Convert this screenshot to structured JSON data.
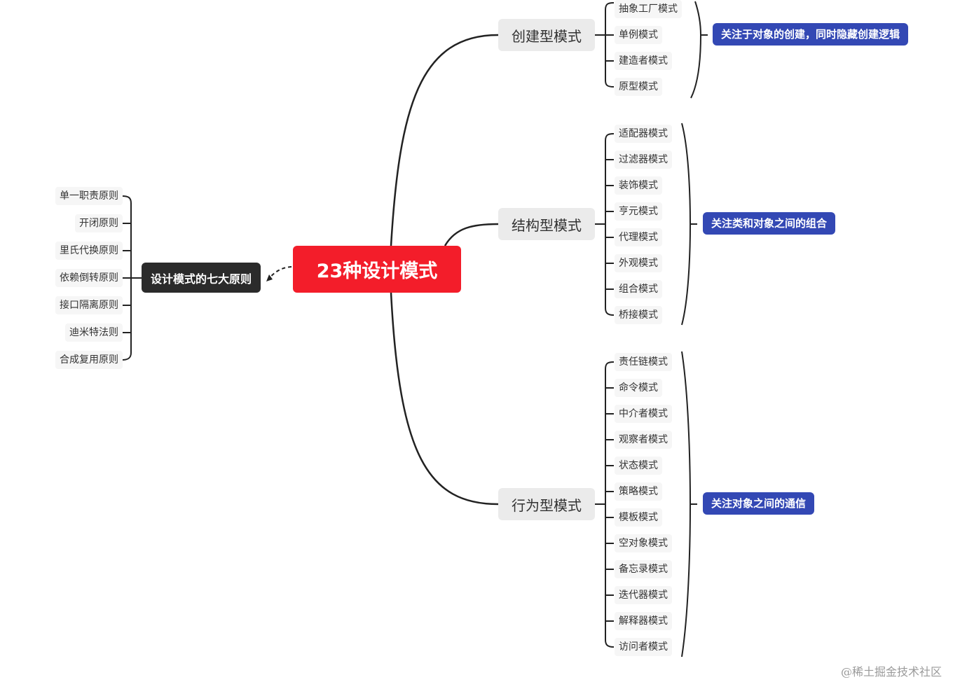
{
  "root": "23种设计模式",
  "principles": {
    "title": "设计模式的七大原则",
    "items": [
      "单一职责原则",
      "开闭原则",
      "里氏代换原则",
      "依赖倒转原则",
      "接口隔离原则",
      "迪米特法则",
      "合成复用原则"
    ]
  },
  "categories": [
    {
      "name": "创建型模式",
      "summary": "关注于对象的创建，同时隐藏创建逻辑",
      "patterns": [
        "抽象工厂模式",
        "单例模式",
        "建造者模式",
        "原型模式"
      ]
    },
    {
      "name": "结构型模式",
      "summary": "关注类和对象之间的组合",
      "patterns": [
        "适配器模式",
        "过滤器模式",
        "装饰模式",
        "亨元模式",
        "代理模式",
        "外观模式",
        "组合模式",
        "桥接模式"
      ]
    },
    {
      "name": "行为型模式",
      "summary": "关注对象之间的通信",
      "patterns": [
        "责任链模式",
        "命令模式",
        "中介者模式",
        "观察者模式",
        "状态模式",
        "策略模式",
        "模板模式",
        "空对象模式",
        "备忘录模式",
        "迭代器模式",
        "解释器模式",
        "访问者模式"
      ]
    }
  ],
  "watermark": "@稀土掘金技术社区",
  "colors": {
    "root": "#f31d2a",
    "principles": "#2b2b2b",
    "summary": "#3348b4",
    "connector": "#222222"
  }
}
